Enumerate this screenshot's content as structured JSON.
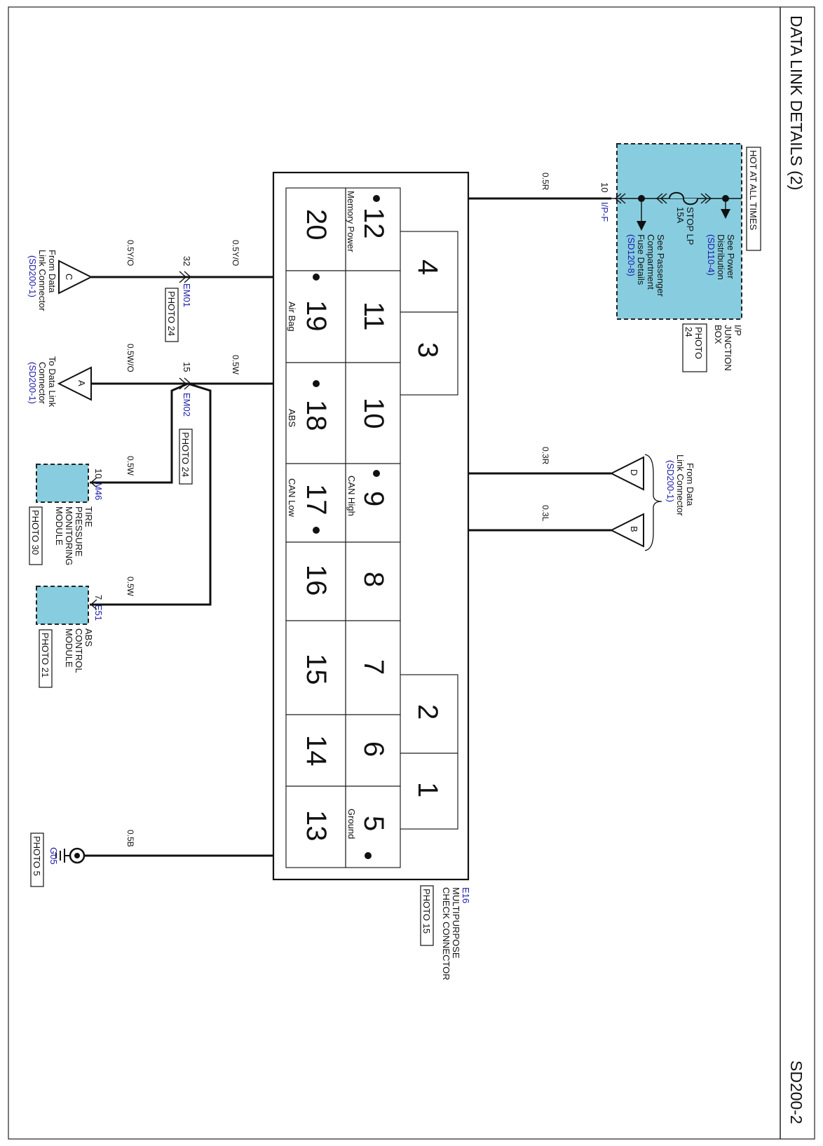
{
  "title": "DATA LINK DETAILS (2)",
  "page_code": "SD200-2",
  "colors": {
    "component": "#87cddf",
    "reference": "#1a1aa8",
    "line": "#111111"
  },
  "junction_box": {
    "hot_label": "HOT AT ALL TIMES",
    "name_lines": [
      "I/P",
      "JUNCTION",
      "BOX"
    ],
    "photo": [
      "PHOTO",
      "24"
    ],
    "power_ref_lines": [
      "See Power",
      "Distribution"
    ],
    "power_ref": "(SD110-4)",
    "fuse_lines": [
      "STOP LP",
      "15A"
    ],
    "passenger_ref_lines": [
      "See Passenger",
      "Compartment",
      "Fuse Details"
    ],
    "passenger_ref": "(SD120-8)",
    "connector_pin": "10",
    "connector_id": "I/P-F"
  },
  "check_connector": {
    "id": "E16",
    "name_lines": [
      "MULTIPURPOSE",
      "CHECK CONNECTOR"
    ],
    "photo": "PHOTO 15",
    "pins": [
      "1",
      "2",
      "3",
      "4",
      "5",
      "6",
      "7",
      "8",
      "9",
      "10",
      "11",
      "12",
      "13",
      "14",
      "15",
      "16",
      "17",
      "18",
      "19",
      "20"
    ],
    "pin_labels": {
      "memory_power": "Memory Power",
      "air_bag": "Air Bag",
      "abs": "ABS",
      "can_high": "CAN High",
      "can_low": "CAN Low",
      "ground": "Ground"
    }
  },
  "wires": {
    "memory_power": "0.5R",
    "air_bag": "0.5Y/O",
    "air_bag_out": "0.5Y/O",
    "abs": "0.5W",
    "abs_out": "0.5W/O",
    "tpms": "0.5W",
    "abs_module": "0.5W",
    "can_high": "0.3R",
    "can_low": "0.3L",
    "ground": "0.5B"
  },
  "connectors": {
    "em01": {
      "id": "EM01",
      "pin": "32",
      "photo": "PHOTO 24"
    },
    "em02": {
      "id": "EM02",
      "pin": "15",
      "photo": "PHOTO 24"
    }
  },
  "offpage": {
    "c": {
      "letter": "C",
      "lines": [
        "From Data",
        "Link Connector"
      ],
      "ref": "(SD200-1)"
    },
    "a": {
      "letter": "A",
      "lines": [
        "To Data Link",
        "Connector"
      ],
      "ref": "(SD200-1)"
    },
    "db": {
      "letter_d": "D",
      "letter_b": "B",
      "lines": [
        "From Data",
        "Link Connector"
      ],
      "ref": "(SD200-1)"
    }
  },
  "tpms_module": {
    "id": "M46",
    "pin": "10",
    "name_lines": [
      "TIRE",
      "PRESSURE",
      "MONITORING",
      "MODULE"
    ],
    "photo": "PHOTO 30"
  },
  "abs_module": {
    "id": "E51",
    "pin": "7",
    "name_lines": [
      "ABS",
      "CONTROL",
      "MODULE"
    ],
    "photo": "PHOTO 21"
  },
  "ground": {
    "id": "G05",
    "photo": "PHOTO 5"
  }
}
